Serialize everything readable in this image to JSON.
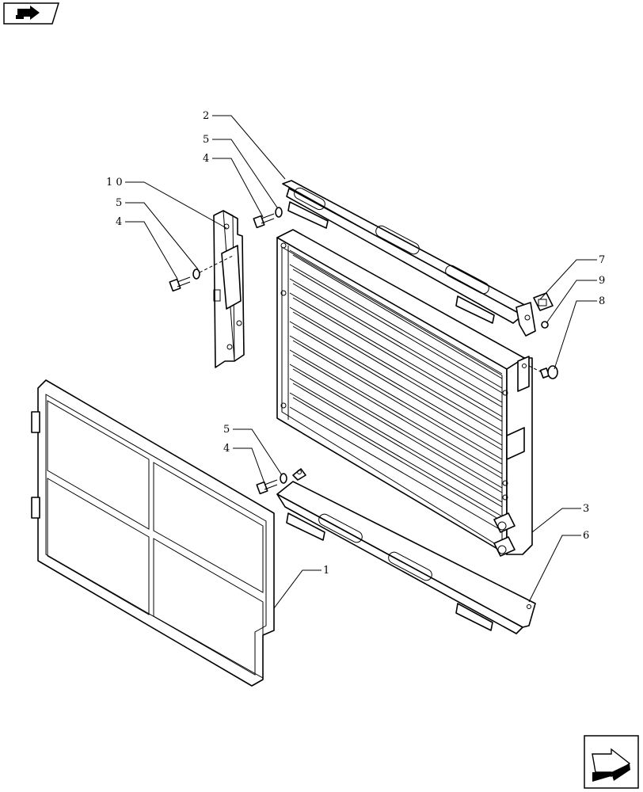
{
  "callouts": [
    {
      "id": "c-2",
      "label": "2"
    },
    {
      "id": "c-5a",
      "label": "5"
    },
    {
      "id": "c-4a",
      "label": "4"
    },
    {
      "id": "c-10",
      "label": "1 0"
    },
    {
      "id": "c-5b",
      "label": "5"
    },
    {
      "id": "c-4b",
      "label": "4"
    },
    {
      "id": "c-7",
      "label": "7"
    },
    {
      "id": "c-9",
      "label": "9"
    },
    {
      "id": "c-8",
      "label": "8"
    },
    {
      "id": "c-5c",
      "label": "5"
    },
    {
      "id": "c-4c",
      "label": "4"
    },
    {
      "id": "c-3",
      "label": "3"
    },
    {
      "id": "c-6",
      "label": "6"
    },
    {
      "id": "c-1",
      "label": "1"
    }
  ],
  "icons": {
    "top_left": "book-arrow-icon",
    "bottom_right": "next-page-arrow-icon"
  }
}
